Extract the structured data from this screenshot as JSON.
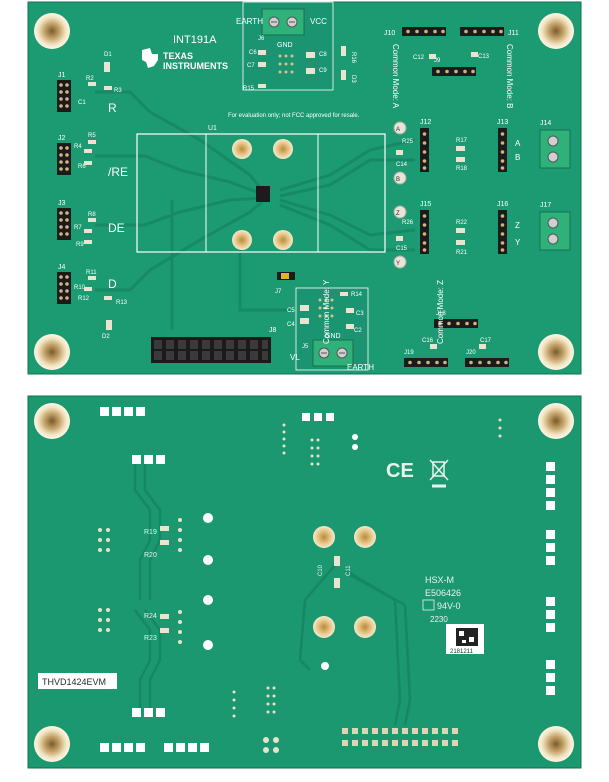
{
  "top_board": {
    "part_label": "INT191A",
    "brand_line1": "TEXAS",
    "brand_line2": "INSTRUMENTS",
    "notice": "For evaluation only; not FCC approved for resale.",
    "u1_label": "U1",
    "refdes_left": [
      "J1",
      "J2",
      "J3",
      "J4",
      "R2",
      "R3",
      "R5",
      "R4",
      "R6",
      "R8",
      "R7",
      "R9",
      "R11",
      "R10",
      "R12",
      "R13",
      "C1",
      "D1",
      "D2"
    ],
    "signal_labels": [
      "R",
      "/RE",
      "DE",
      "D"
    ],
    "power_top": {
      "earth": "EARTH",
      "vcc": "VCC",
      "gnd": "GND",
      "j6": "J6",
      "c6": "C6",
      "c7": "C7",
      "c8": "C8",
      "c9": "C9",
      "r15": "R15",
      "r16": "R16",
      "d3": "D3"
    },
    "power_bottom": {
      "gnd": "GND",
      "vl": "VL",
      "earth": "EARTH",
      "j5": "J5",
      "j7": "J7",
      "j8": "J8",
      "c4": "C4",
      "c5": "C5",
      "c2": "C2",
      "c3": "C3",
      "r14": "R14"
    },
    "right_top": {
      "j10": "J10",
      "j11": "J11",
      "j9": "J9",
      "c12": "C12",
      "c13": "C13",
      "mode_a": "Common Mode: A",
      "mode_b": "Common Mode: B"
    },
    "right_mid": {
      "j12": "J12",
      "j13": "J13",
      "j14": "J14",
      "j15": "J15",
      "j16": "J16",
      "j17": "J17",
      "r25": "R25",
      "r17": "R17",
      "r18": "R18",
      "r26": "R26",
      "r22": "R22",
      "r21": "R21",
      "c14": "C14",
      "c15": "C15",
      "a": "A",
      "b": "B",
      "z": "Z",
      "y": "Y"
    },
    "right_bottom": {
      "j18": "J18",
      "j19": "J19",
      "j20": "J20",
      "c16": "C16",
      "c17": "C17",
      "mode_y": "Common Mode: Y",
      "mode_z": "Common Mode: Z"
    }
  },
  "bottom_board": {
    "model_label": "THVD1424EVM",
    "refdes": [
      "R19",
      "R20",
      "R24",
      "R23",
      "C10",
      "C11"
    ],
    "mfg_code": "HSX-M",
    "mfg_number": "E506426",
    "rating": "94V-0",
    "date_code": "2230",
    "qr_text": "2181211",
    "ce_mark": "CE"
  },
  "colors": {
    "pcb": "#1c9a72",
    "pcb_dark": "#15805e",
    "trace": "#178966",
    "pad": "#d8cfa8",
    "pad_gold": "#e2c78a",
    "header": "#1b1b1b",
    "terminal": "#2fb27a"
  }
}
